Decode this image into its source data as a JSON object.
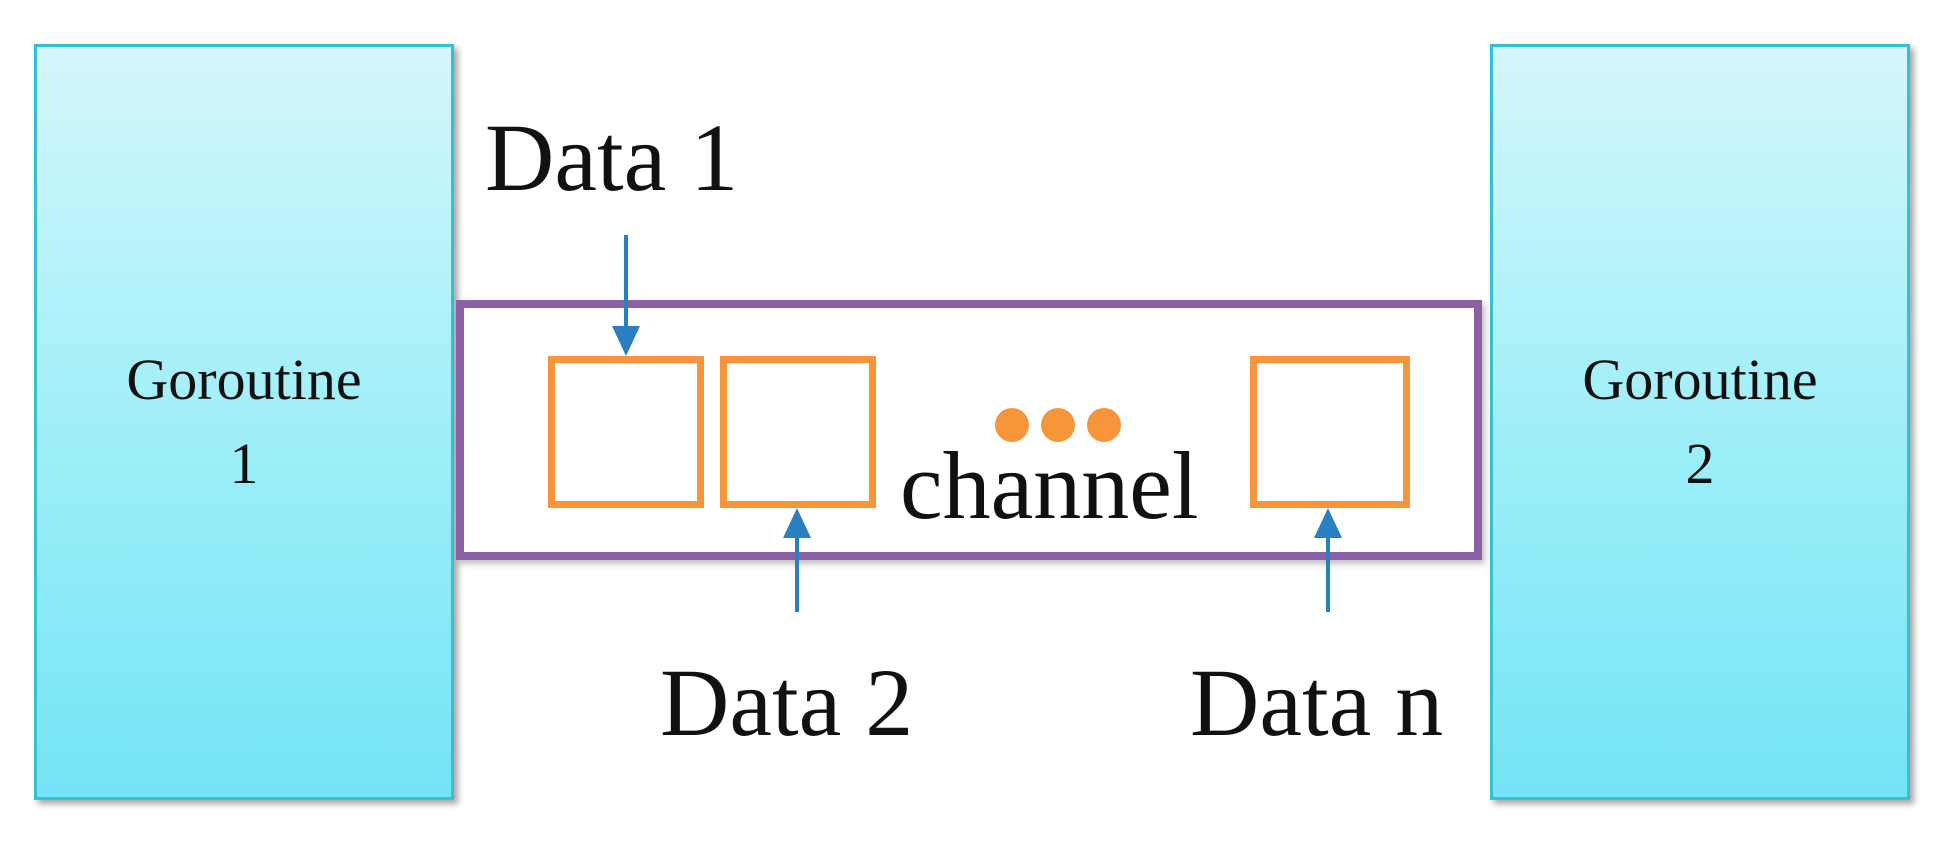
{
  "goroutines": [
    {
      "line1": "Goroutine",
      "line2": "1"
    },
    {
      "line1": "Goroutine",
      "line2": "2"
    }
  ],
  "channel": {
    "label": "channel"
  },
  "data_labels": {
    "first": "Data 1",
    "second": "Data 2",
    "last": "Data n"
  },
  "colors": {
    "goroutine_fill": "#9beef8",
    "goroutine_border": "#35c0d4",
    "channel_border": "#8c60a5",
    "slot_border": "#f7953a",
    "arrow": "#2a7fc1",
    "ellipsis": "#f7953a"
  }
}
